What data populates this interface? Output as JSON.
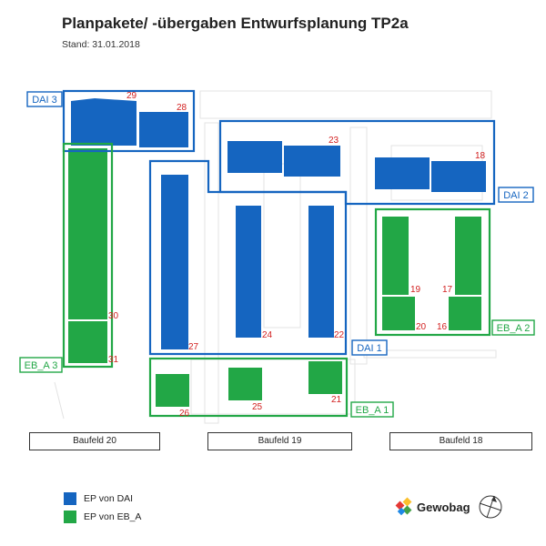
{
  "title": "Planpakete/ -übergaben Entwurfsplanung TP2a",
  "subtitle": "Stand: 31.01.2018",
  "colors": {
    "dai": "#1565c0",
    "eb_a": "#22a746",
    "number": "#d21f1f",
    "baufeld_border": "#333333"
  },
  "zones": [
    {
      "id": "dai3",
      "label": "DAI 3",
      "group": "dai"
    },
    {
      "id": "dai2",
      "label": "DAI 2",
      "group": "dai"
    },
    {
      "id": "dai1",
      "label": "DAI 1",
      "group": "dai"
    },
    {
      "id": "eba3",
      "label": "EB_A 3",
      "group": "eb_a"
    },
    {
      "id": "eba2",
      "label": "EB_A 2",
      "group": "eb_a"
    },
    {
      "id": "eba1",
      "label": "EB_A 1",
      "group": "eb_a"
    }
  ],
  "packages": [
    "29",
    "28",
    "23",
    "18",
    "27",
    "24",
    "22",
    "30",
    "31",
    "19",
    "17",
    "20",
    "16",
    "26",
    "25",
    "21"
  ],
  "baufelder": [
    "Baufeld 20",
    "Baufeld 19",
    "Baufeld 18"
  ],
  "legend": [
    {
      "label": "EP von DAI",
      "group": "dai"
    },
    {
      "label": "EP von EB_A",
      "group": "eb_a"
    }
  ],
  "brand": {
    "name": "Gewobag",
    "logo_icon": "gewobag-logo-icon",
    "compass_icon": "north-arrow-icon"
  }
}
